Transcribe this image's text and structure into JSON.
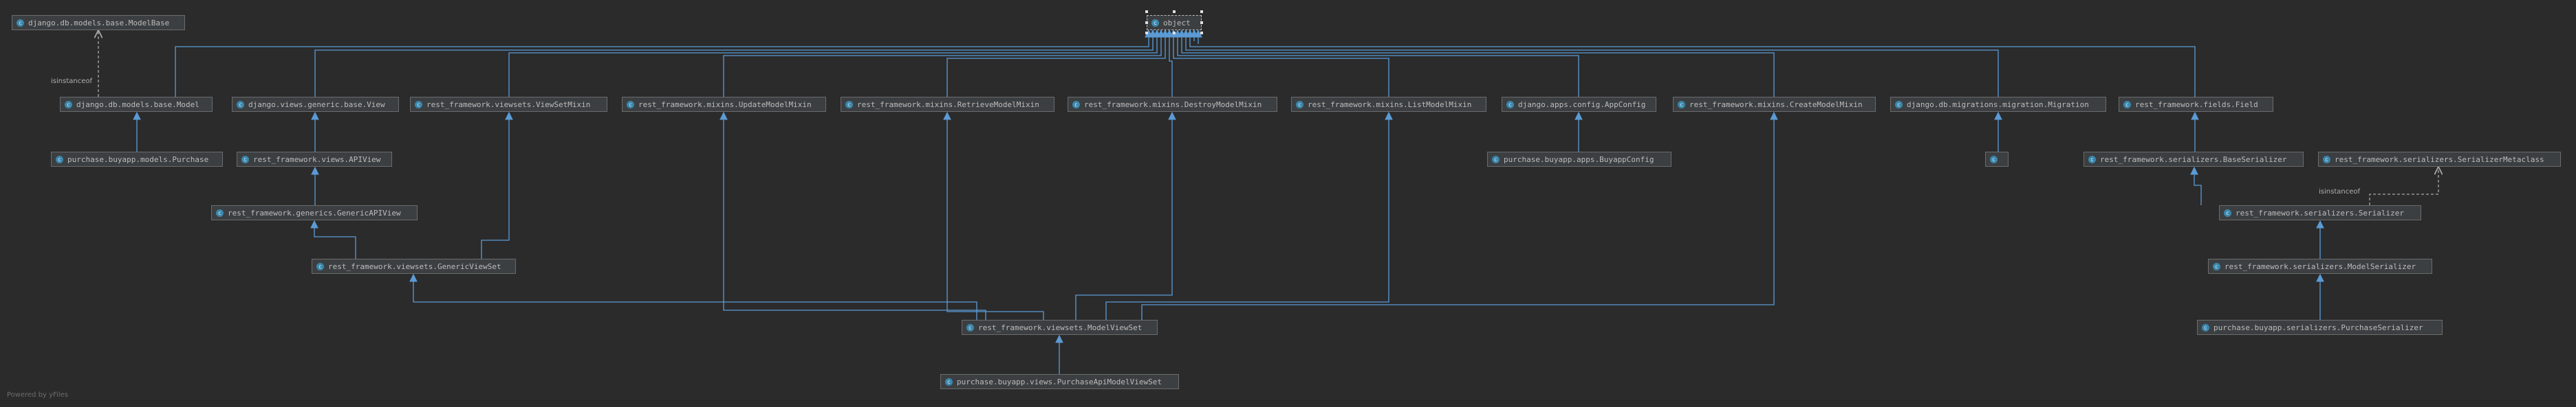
{
  "diagram": {
    "nodes": {
      "model_base": "django.db.models.base.ModelBase",
      "object": "object",
      "model": "django.db.models.base.Model",
      "view": "django.views.generic.base.View",
      "viewset_mixin": "rest_framework.viewsets.ViewSetMixin",
      "update_mixin": "rest_framework.mixins.UpdateModelMixin",
      "retrieve_mixin": "rest_framework.mixins.RetrieveModelMixin",
      "destroy_mixin": "rest_framework.mixins.DestroyModelMixin",
      "list_mixin": "rest_framework.mixins.ListModelMixin",
      "app_config": "django.apps.config.AppConfig",
      "create_mixin": "rest_framework.mixins.CreateModelMixin",
      "migration": "django.db.migrations.migration.Migration",
      "field": "rest_framework.fields.Field",
      "purchase": "purchase.buyapp.models.Purchase",
      "api_view": "rest_framework.views.APIView",
      "buyapp_config": "purchase.buyapp.apps.BuyappConfig",
      "migration_child": "",
      "base_serializer": "rest_framework.serializers.BaseSerializer",
      "serializer_metaclass": "rest_framework.serializers.SerializerMetaclass",
      "generic_api_view": "rest_framework.generics.GenericAPIView",
      "serializer": "rest_framework.serializers.Serializer",
      "generic_viewset": "rest_framework.viewsets.GenericViewSet",
      "model_serializer": "rest_framework.serializers.ModelSerializer",
      "model_viewset": "rest_framework.viewsets.ModelViewSet",
      "purchase_serializer": "purchase.buyapp.serializers.PurchaseSerializer",
      "purchase_api_viewset": "purchase.buyapp.views.PurchaseApiModelViewSet"
    },
    "class_icon_letter": "c",
    "instanceof_label": "isinstanceof",
    "footer": "Powered by yFiles",
    "colors": {
      "background": "#2b2b2b",
      "node_fill": "#3c3f41",
      "node_border": "#6b6b6b",
      "node_text": "#bbbbbb",
      "edge": "#5b9bd5",
      "instanceof_edge": "#a9a9a9",
      "class_icon": "#3a87ad"
    }
  }
}
